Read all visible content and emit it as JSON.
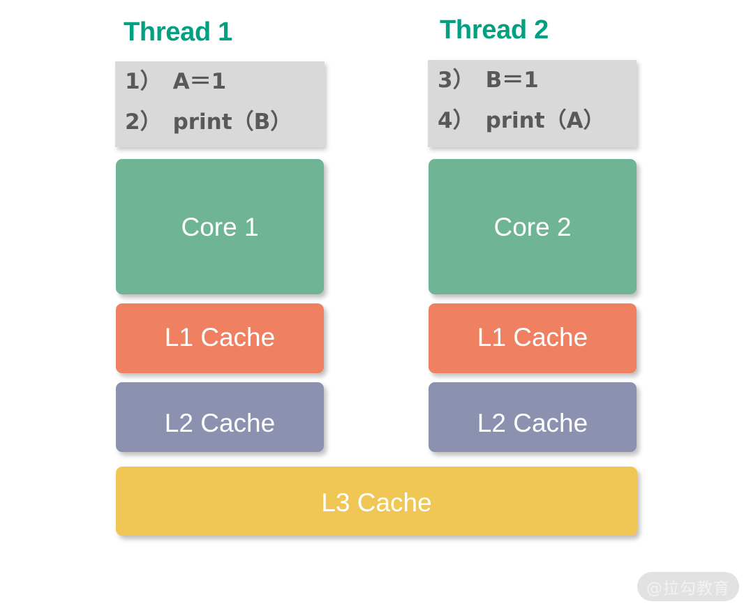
{
  "diagram": {
    "title": "CPU cache hierarchy with two threads",
    "colors": {
      "thread_title": "#00a080",
      "code_box_bg": "#d9d9d9",
      "code_text": "#595959",
      "core": "#6fb595",
      "l1_cache": "#ef8162",
      "l2_cache": "#8c91b0",
      "l3_cache": "#f0c654",
      "block_text": "#ffffff",
      "background": "#ffffff"
    },
    "columns": [
      {
        "thread_title": "Thread 1",
        "code": [
          {
            "num": "1）",
            "body": "A＝1"
          },
          {
            "num": "2）",
            "body": "print（B）"
          }
        ],
        "core_label": "Core 1",
        "l1_label": "L1 Cache",
        "l2_label": "L2 Cache"
      },
      {
        "thread_title": "Thread 2",
        "code": [
          {
            "num": "3）",
            "body": "B＝1"
          },
          {
            "num": "4）",
            "body": "print（A）"
          }
        ],
        "core_label": "Core 2",
        "l1_label": "L1 Cache",
        "l2_label": "L2 Cache"
      }
    ],
    "shared": {
      "l3_label": "L3 Cache"
    },
    "watermark": {
      "text": "@拉勾教育"
    }
  }
}
